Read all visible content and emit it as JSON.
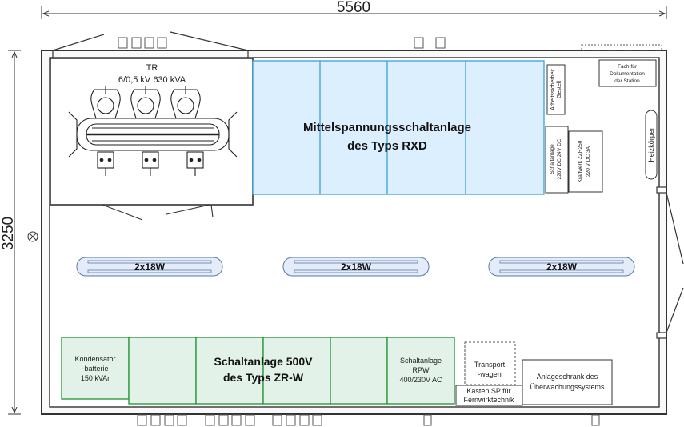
{
  "dimensions": {
    "width_label": "5560",
    "height_label": "3250"
  },
  "transformer": {
    "title": "TR",
    "rating": "6/0,5 kV  630 kVA"
  },
  "mv_switchgear": {
    "line1": "Mittelspannungsschaltanlage",
    "line2": "des Typs RXD"
  },
  "arbeitssicherheit": {
    "line1": "Arbeitssicherheit",
    "line2": "Gestell"
  },
  "doc_compartment": {
    "line1": "Fach für",
    "line2": "Dokumentation",
    "line3": "der Station"
  },
  "heater": {
    "label": "Heizkörper"
  },
  "dc_switchgear": {
    "line1": "Schaltanlage",
    "line2": "220V DC 24V DC"
  },
  "power_plant": {
    "line1": "Kraftwerk ZZR250",
    "line2": "220 V DC 3A"
  },
  "lamps": [
    {
      "label": "2x18W"
    },
    {
      "label": "2x18W"
    },
    {
      "label": "2x18W"
    }
  ],
  "capacitor": {
    "line1": "Kondensator",
    "line2": "-batterie",
    "line3": "150 kVAr"
  },
  "lv_switchgear": {
    "line1": "Schaltanlage 500V",
    "line2": "des Typs ZR-W"
  },
  "rpw_switchgear": {
    "line1": "Schaltanlage",
    "line2": "RPW",
    "line3": "400/230V AC"
  },
  "transport_cart": {
    "line1": "Transport",
    "line2": "-wagen"
  },
  "sp_box": {
    "line1": "Kasten SP für",
    "line2": "Fernwirktechnik"
  },
  "monitoring_cabinet": {
    "line1": "Anlageschrank des",
    "line2": "Überwachungssystems"
  },
  "colors": {
    "mv_fill": "#dcefff",
    "mv_stroke": "#3aa0d8",
    "lv_fill": "#e2f2e8",
    "lv_stroke": "#2f9a3e",
    "lamp_fill": "#e3ecf8",
    "lamp_stroke": "#5a78a8",
    "wall": "#333333"
  }
}
